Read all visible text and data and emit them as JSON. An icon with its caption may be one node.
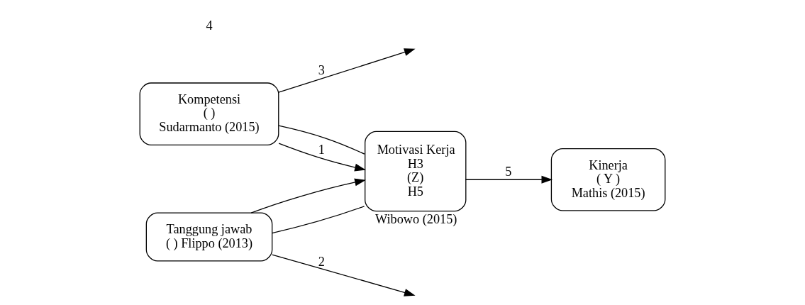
{
  "diagram": {
    "nodes": [
      {
        "text": [
          "Kompetensi",
          "( )",
          "Sudarmanto (2015)"
        ]
      },
      {
        "text": [
          "Motivasi Kerja",
          "H3",
          "(Z)",
          "H5"
        ],
        "beside": [
          "Wibowo (2015)"
        ]
      },
      {
        "text": [
          "Kinerja",
          "( Y )",
          "Mathis (2015)"
        ]
      },
      {
        "text": [
          "Tanggung jawab",
          "( ) Flippo (2013)"
        ]
      }
    ],
    "edges": [
      {
        "from": 0,
        "to": null,
        "arrow": "to",
        "label": "3"
      },
      {
        "from": 0,
        "to": 1,
        "arrow": "to",
        "label": "1"
      },
      {
        "from": 0,
        "to": 1,
        "arrow": "none"
      },
      {
        "from": 3,
        "to": 1,
        "arrow": "none"
      },
      {
        "from": 1,
        "to": 2,
        "arrow": "to",
        "label": "5"
      },
      {
        "from": 3,
        "to": 1,
        "arrow": "to"
      },
      {
        "from": 3,
        "to": null,
        "arrow": "to",
        "label": "2"
      }
    ],
    "labels": [
      "4"
    ]
  }
}
